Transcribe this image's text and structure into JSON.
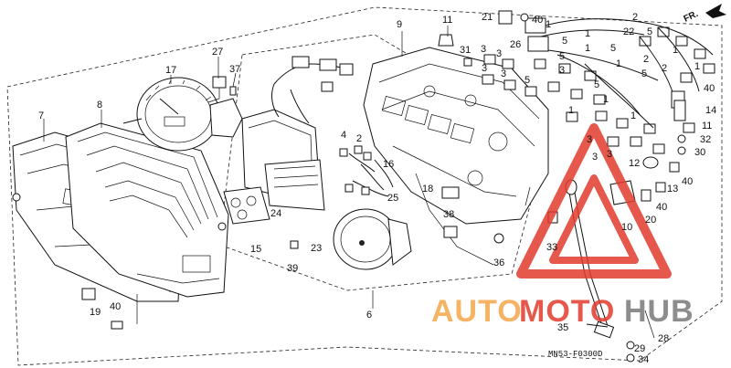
{
  "diagram": {
    "direction_marker": "FR.",
    "diagram_code": "MN53-F0300D",
    "watermark": {
      "part1": "AUTO",
      "part2": "MOTO",
      "part3": "HUB",
      "color_orange": "#f5a64a",
      "color_red": "#e23c2c",
      "color_gray": "#7a7a7a"
    },
    "labels": {
      "p1": "1",
      "p2": "2",
      "p3": "3",
      "p4": "4",
      "p5": "5",
      "p6": "6",
      "p7": "7",
      "p8": "8",
      "p9": "9",
      "p10": "10",
      "p11": "11",
      "p12": "12",
      "p13": "13",
      "p14": "14",
      "p15": "15",
      "p16": "16",
      "p17": "17",
      "p18": "18",
      "p19": "19",
      "p20": "20",
      "p21": "21",
      "p22": "22",
      "p23": "23",
      "p24": "24",
      "p25": "25",
      "p26": "26",
      "p27": "27",
      "p28": "28",
      "p29": "29",
      "p30": "30",
      "p31": "31",
      "p32": "32",
      "p33": "33",
      "p34": "34",
      "p35": "35",
      "p36": "36",
      "p37": "37",
      "p38": "38",
      "p39": "39",
      "p40": "40"
    }
  }
}
